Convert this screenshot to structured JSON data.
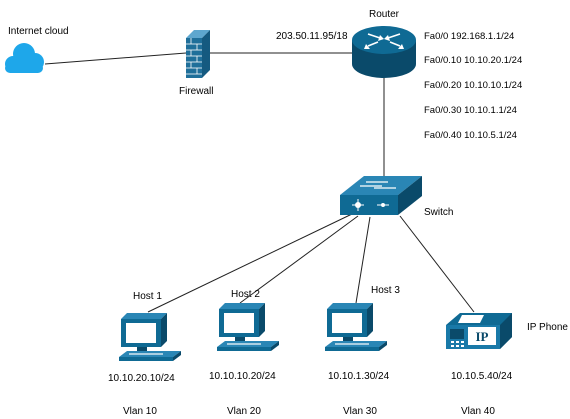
{
  "nodes": {
    "internet": {
      "label": "Internet cloud",
      "icon": "cloud-icon"
    },
    "firewall": {
      "label": "Firewall",
      "icon": "firewall-icon"
    },
    "router": {
      "label": "Router",
      "icon": "router-icon",
      "wan_ip": "203.50.11.95/18",
      "interfaces": [
        "Fa0/0 192.168.1.1/24",
        "Fa0/0.10 10.10.20.1/24",
        "Fa0/0.20 10.10.10.1/24",
        "Fa0/0.30 10.10.1.1/24",
        "Fa0/0.40 10.10.5.1/24"
      ]
    },
    "switch": {
      "label": "Switch",
      "icon": "switch-icon"
    },
    "host1": {
      "label": "Host 1",
      "ip": "10.10.20.10/24",
      "vlan": "Vlan 10",
      "icon": "computer-icon"
    },
    "host2": {
      "label": "Host 2",
      "ip": "10.10.10.20/24",
      "vlan": "Vlan 20",
      "icon": "computer-icon"
    },
    "host3": {
      "label": "Host 3",
      "ip": "10.10.1.30/24",
      "vlan": "Vlan 30",
      "icon": "computer-icon"
    },
    "phone": {
      "label": "IP Phone",
      "ip": "10.10.5.40/24",
      "vlan": "Vlan 40",
      "icon": "ip-phone-icon"
    }
  },
  "colors": {
    "device_fill": "#0f6a94",
    "device_dark": "#0a4a6a",
    "cloud": "#1ea7ea",
    "firewall": "#1f6f9a",
    "link": "#222222"
  }
}
